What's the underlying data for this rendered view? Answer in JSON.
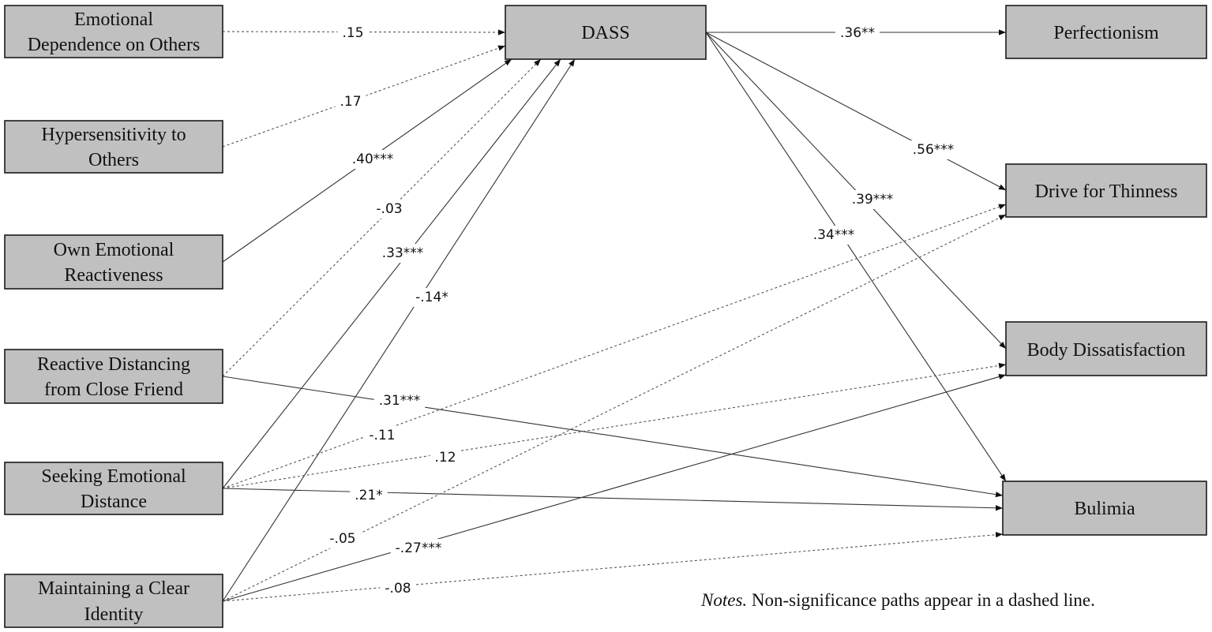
{
  "nodes": {
    "emotional_dependence": {
      "lines": [
        "Emotional",
        "Dependence on Others"
      ]
    },
    "hypersensitivity": {
      "lines": [
        "Hypersensitivity to",
        "Others"
      ]
    },
    "own_emotional_reactiveness": {
      "lines": [
        "Own Emotional",
        "Reactiveness"
      ]
    },
    "reactive_distancing": {
      "lines": [
        "Reactive Distancing",
        "from Close Friend"
      ]
    },
    "seeking_emotional_distance": {
      "lines": [
        "Seeking Emotional",
        "Distance"
      ]
    },
    "maintaining_clear_identity": {
      "lines": [
        "Maintaining a Clear",
        "Identity"
      ]
    },
    "dass": {
      "lines": [
        "DASS"
      ]
    },
    "perfectionism": {
      "lines": [
        "Perfectionism"
      ]
    },
    "drive_for_thinness": {
      "lines": [
        "Drive for Thinness"
      ]
    },
    "body_dissatisfaction": {
      "lines": [
        "Body Dissatisfaction"
      ]
    },
    "bulimia": {
      "lines": [
        "Bulimia"
      ]
    }
  },
  "paths": [
    {
      "id": "p_ed_dass",
      "from": "emotional_dependence",
      "to": "dass",
      "coef": ".15",
      "dashed": true
    },
    {
      "id": "p_hs_dass",
      "from": "hypersensitivity",
      "to": "dass",
      "coef": ".17",
      "dashed": true
    },
    {
      "id": "p_oer_dass",
      "from": "own_emotional_reactiveness",
      "to": "dass",
      "coef": ".40***",
      "dashed": false
    },
    {
      "id": "p_rd_dass",
      "from": "reactive_distancing",
      "to": "dass",
      "coef": "-.03",
      "dashed": true
    },
    {
      "id": "p_sed_dass",
      "from": "seeking_emotional_distance",
      "to": "dass",
      "coef": ".33***",
      "dashed": false
    },
    {
      "id": "p_mci_dass",
      "from": "maintaining_clear_identity",
      "to": "dass",
      "coef": "-.14*",
      "dashed": false
    },
    {
      "id": "p_dass_perf",
      "from": "dass",
      "to": "perfectionism",
      "coef": ".36**",
      "dashed": false
    },
    {
      "id": "p_dass_dft",
      "from": "dass",
      "to": "drive_for_thinness",
      "coef": ".56***",
      "dashed": false
    },
    {
      "id": "p_dass_bd",
      "from": "dass",
      "to": "body_dissatisfaction",
      "coef": ".39***",
      "dashed": false
    },
    {
      "id": "p_dass_bul",
      "from": "dass",
      "to": "bulimia",
      "coef": ".34***",
      "dashed": false
    },
    {
      "id": "p_rd_bul",
      "from": "reactive_distancing",
      "to": "bulimia",
      "coef": ".31***",
      "dashed": false
    },
    {
      "id": "p_sed_dft",
      "from": "seeking_emotional_distance",
      "to": "drive_for_thinness",
      "coef": "-.11",
      "dashed": true
    },
    {
      "id": "p_sed_bd",
      "from": "seeking_emotional_distance",
      "to": "body_dissatisfaction",
      "coef": ".12",
      "dashed": true
    },
    {
      "id": "p_sed_bul",
      "from": "seeking_emotional_distance",
      "to": "bulimia",
      "coef": ".21*",
      "dashed": false
    },
    {
      "id": "p_mci_dft",
      "from": "maintaining_clear_identity",
      "to": "drive_for_thinness",
      "coef": "-.05",
      "dashed": true
    },
    {
      "id": "p_mci_bd",
      "from": "maintaining_clear_identity",
      "to": "body_dissatisfaction",
      "coef": "-.27***",
      "dashed": false
    },
    {
      "id": "p_mci_bul",
      "from": "maintaining_clear_identity",
      "to": "bulimia",
      "coef": "-.08",
      "dashed": true
    }
  ],
  "note": {
    "label": "Notes.",
    "text": " Non-significance paths appear in a dashed line."
  }
}
